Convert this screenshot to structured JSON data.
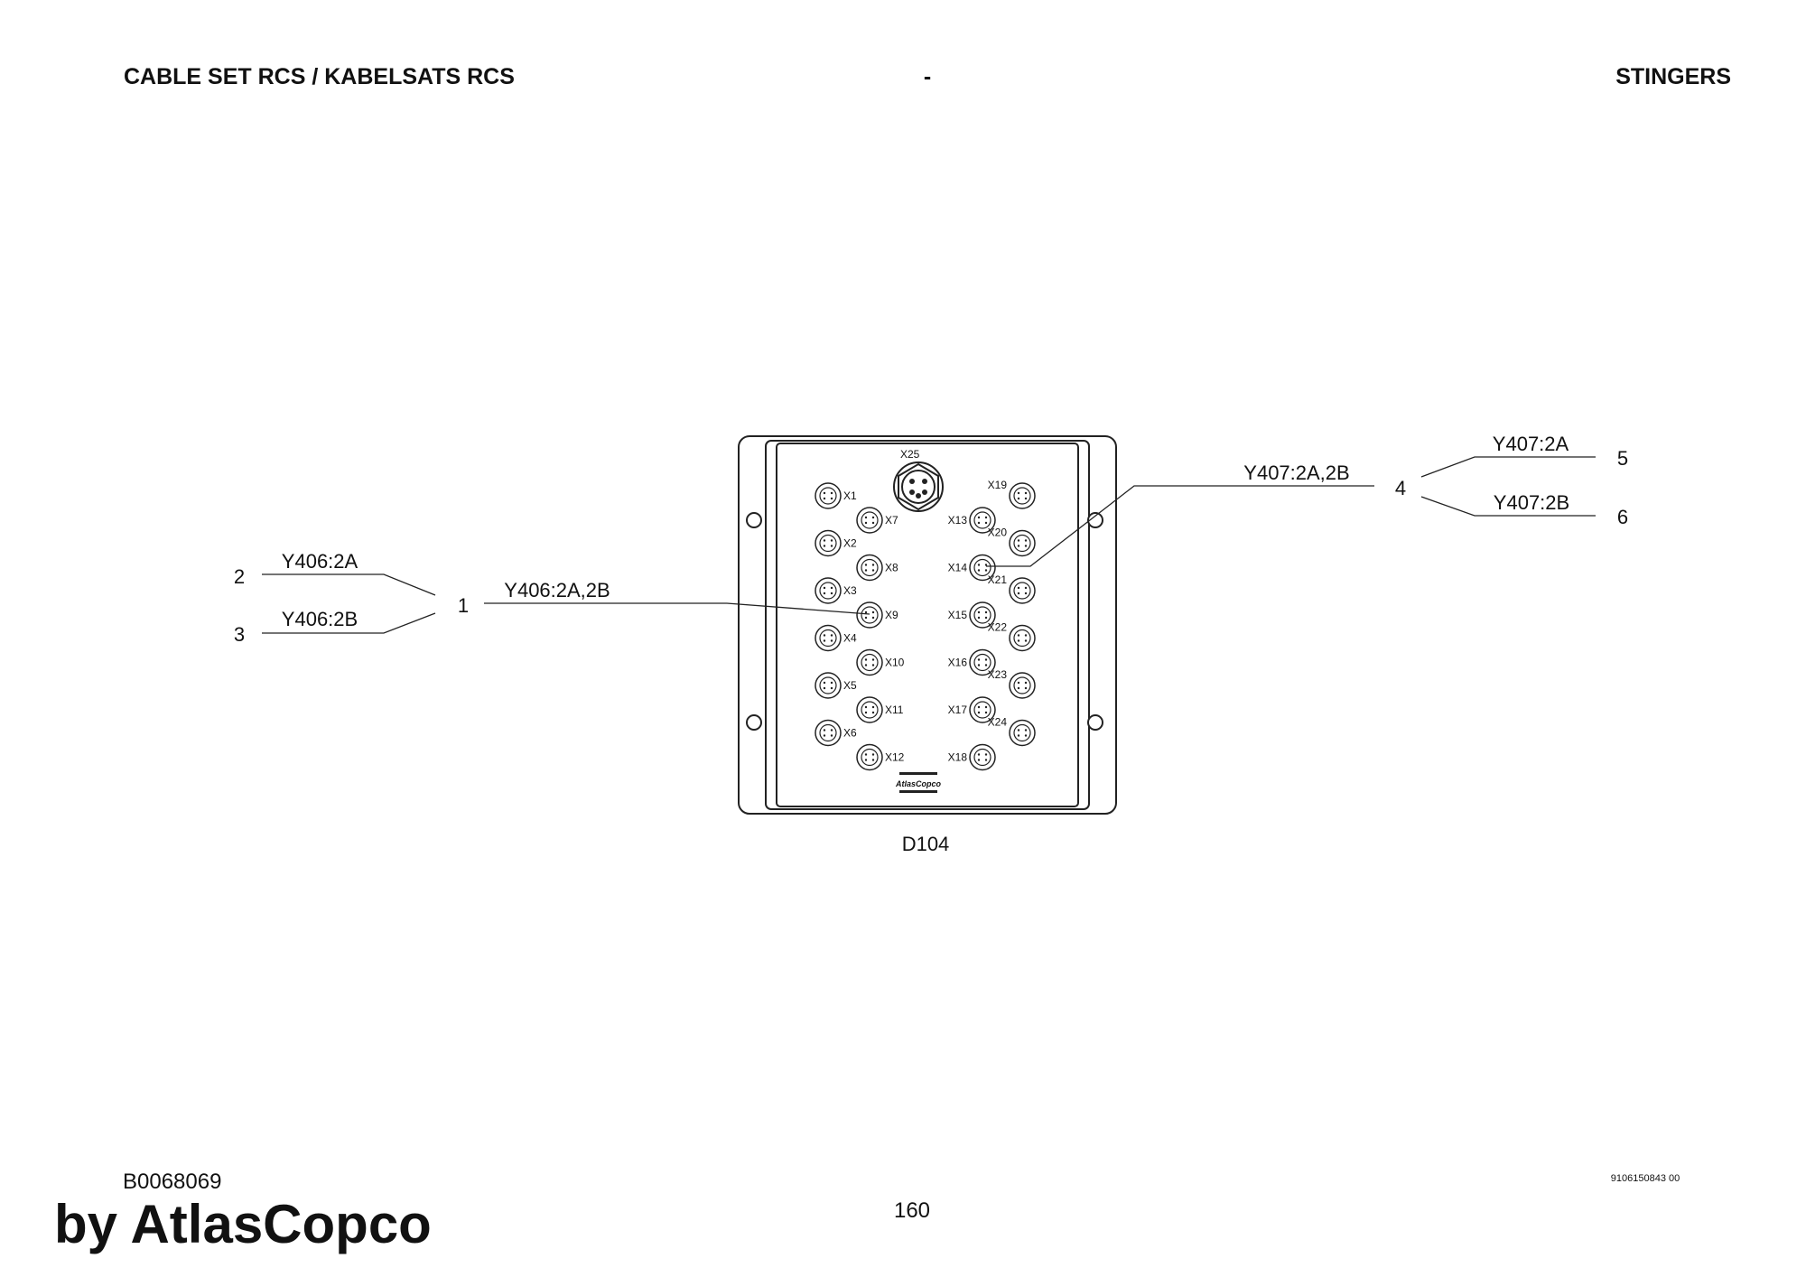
{
  "header": {
    "left": "CABLE SET RCS / KABELSATS RCS",
    "center": "-",
    "right": "STINGERS"
  },
  "device": {
    "name": "D104",
    "main_connector": "X25",
    "logo_text": "AtlasCopco",
    "connectors": {
      "col1": [
        "X1",
        "X2",
        "X3",
        "X4",
        "X5",
        "X6"
      ],
      "col2": [
        "X7",
        "X8",
        "X9",
        "X10",
        "X11",
        "X12"
      ],
      "col3": [
        "X13",
        "X14",
        "X15",
        "X16",
        "X17",
        "X18"
      ],
      "col4": [
        "X19",
        "X20",
        "X21",
        "X22",
        "X23",
        "X24"
      ]
    }
  },
  "callouts": {
    "n1": "1",
    "n2": "2",
    "n3": "3",
    "n4": "4",
    "n5": "5",
    "n6": "6",
    "y406_2a": "Y406:2A",
    "y406_2b": "Y406:2B",
    "y406_2a2b": "Y406:2A,2B",
    "y407_2a": "Y407:2A",
    "y407_2b": "Y407:2B",
    "y407_2a2b": "Y407:2A,2B"
  },
  "footer": {
    "doc_number": "9106150843 00",
    "page": "160",
    "drawing_id": "B0068069",
    "watermark": "by AtlasCopco"
  }
}
